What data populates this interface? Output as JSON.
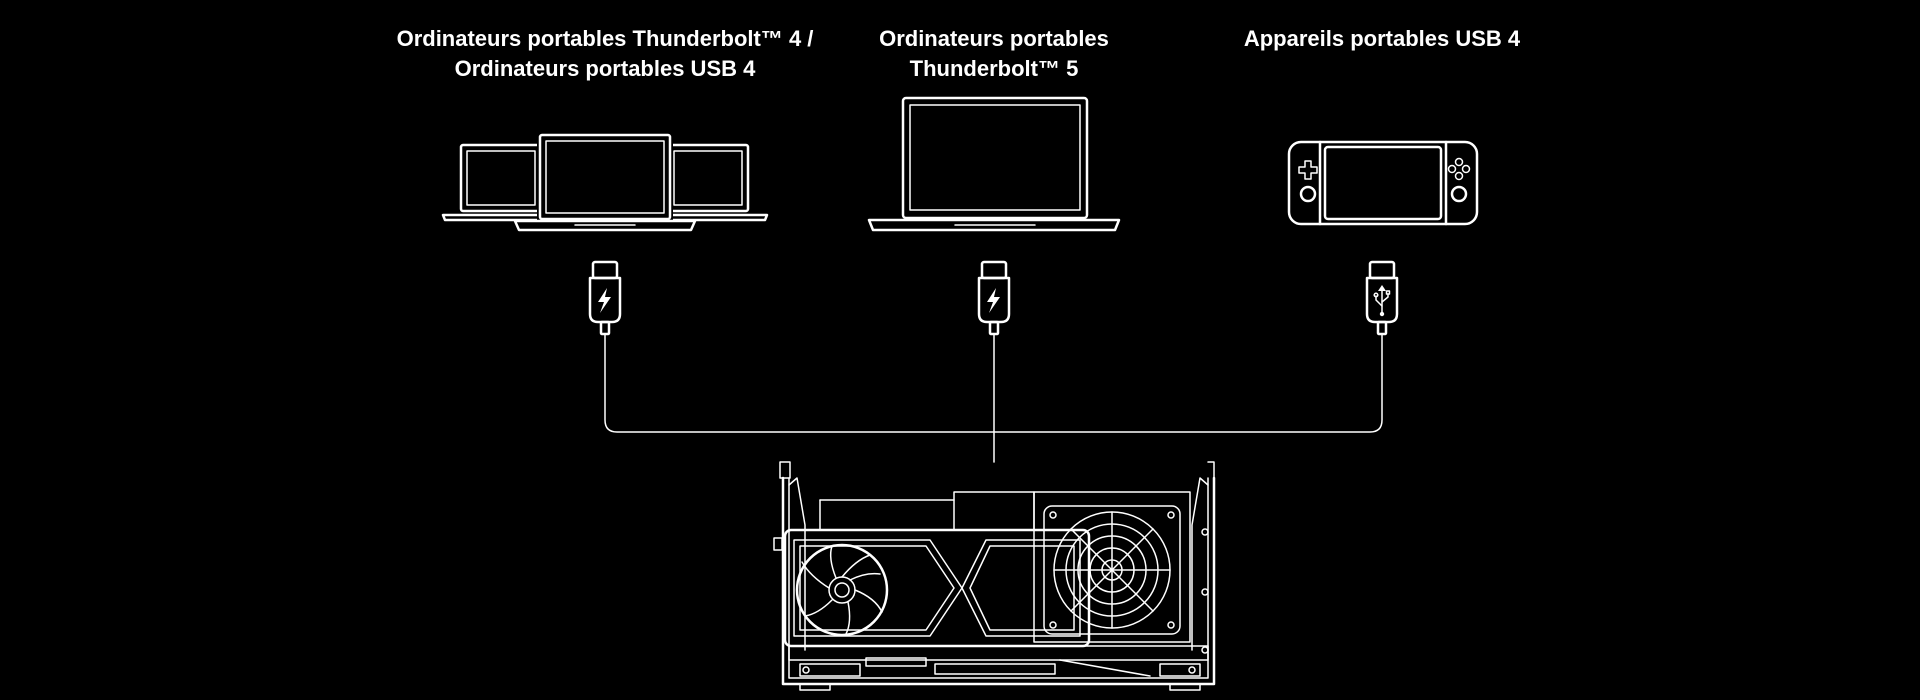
{
  "devices": [
    {
      "id": "tb4-usb4-laptops",
      "label_lines": [
        "Ordinateurs portables Thunderbolt™ 4 /",
        "Ordinateurs portables USB 4"
      ],
      "connector_icon": "thunderbolt-icon"
    },
    {
      "id": "tb5-laptops",
      "label_lines": [
        "Ordinateurs portables",
        "Thunderbolt™ 5"
      ],
      "connector_icon": "thunderbolt-icon"
    },
    {
      "id": "usb4-handhelds",
      "label_lines": [
        "Appareils portables USB 4"
      ],
      "connector_icon": "usb-icon"
    }
  ],
  "hub_device": "external-gpu-enclosure",
  "colors": {
    "background": "#000000",
    "line": "#ffffff"
  }
}
